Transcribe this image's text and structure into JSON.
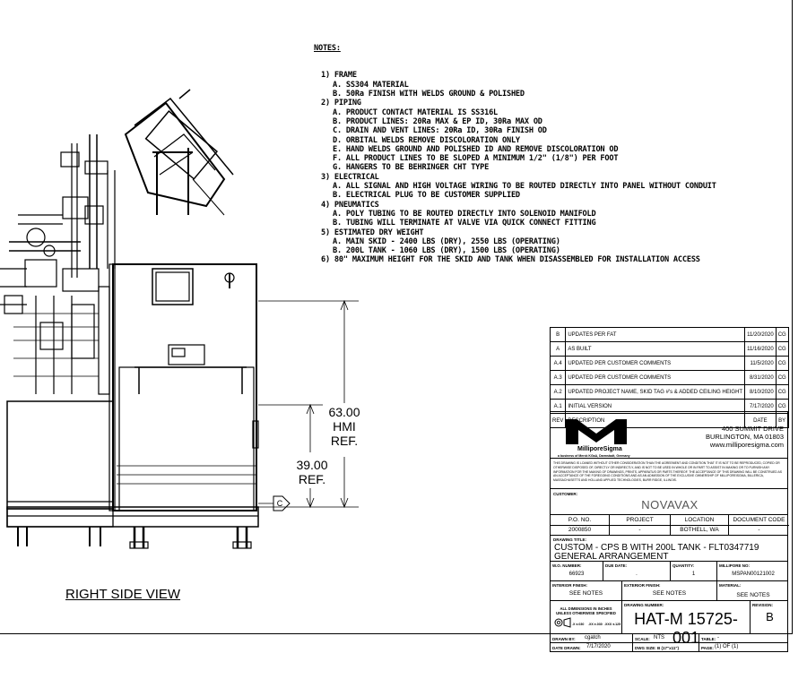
{
  "notes": {
    "title": "NOTES:",
    "lines": [
      {
        "indent": 1,
        "text": "1) FRAME"
      },
      {
        "indent": 2,
        "text": "A. SS304 MATERIAL"
      },
      {
        "indent": 2,
        "text": "B. 50Ra FINISH WITH WELDS GROUND & POLISHED"
      },
      {
        "indent": 1,
        "text": "2) PIPING"
      },
      {
        "indent": 2,
        "text": "A. PRODUCT CONTACT MATERIAL IS SS316L"
      },
      {
        "indent": 2,
        "text": "B. PRODUCT LINES: 20Ra MAX & EP ID, 30Ra MAX OD"
      },
      {
        "indent": 2,
        "text": "C. DRAIN AND VENT LINES: 20Ra ID, 30Ra FINISH OD"
      },
      {
        "indent": 2,
        "text": "D. ORBITAL WELDS REMOVE DISCOLORATION ONLY"
      },
      {
        "indent": 2,
        "text": "E. HAND WELDS GROUND AND POLISHED ID AND REMOVE DISCOLORATION OD"
      },
      {
        "indent": 2,
        "text": "F. ALL PRODUCT LINES TO BE SLOPED A MINIMUM 1/2\" (1/8\") PER FOOT"
      },
      {
        "indent": 2,
        "text": "G. HANGERS TO BE BEHRINGER CHT TYPE"
      },
      {
        "indent": 1,
        "text": "3) ELECTRICAL"
      },
      {
        "indent": 2,
        "text": "A. ALL SIGNAL AND HIGH VOLTAGE WIRING TO BE ROUTED DIRECTLY INTO PANEL WITHOUT CONDUIT"
      },
      {
        "indent": 2,
        "text": "B. ELECTRICAL PLUG TO BE CUSTOMER SUPPLIED"
      },
      {
        "indent": 1,
        "text": "4) PNEUMATICS"
      },
      {
        "indent": 2,
        "text": "A. POLY TUBING TO BE ROUTED DIRECTLY INTO SOLENOID MANIFOLD"
      },
      {
        "indent": 2,
        "text": "B. TUBING WILL TERMINATE AT VALVE VIA QUICK CONNECT FITTING"
      },
      {
        "indent": 1,
        "text": "5) ESTIMATED DRY WEIGHT"
      },
      {
        "indent": 2,
        "text": "A. MAIN SKID - 2400 LBS (DRY), 2550 LBS (OPERATING)"
      },
      {
        "indent": 2,
        "text": "B. 200L TANK - 1060 LBS (DRY), 1500 LBS (OPERATING)"
      },
      {
        "indent": 1,
        "text": "6) 80\" MAXIMUM HEIGHT FOR THE SKID AND TANK WHEN DISASSEMBLED FOR INSTALLATION ACCESS"
      }
    ]
  },
  "view_label": "RIGHT SIDE VIEW",
  "dimensions": {
    "hmi": {
      "value": "63.00",
      "l2": "HMI",
      "l3": "REF."
    },
    "ref": {
      "value": "39.00",
      "l2": "REF."
    },
    "callout": "C"
  },
  "revisions": [
    {
      "rev": "B",
      "description": "UPDATES PER FAT",
      "date": "11/20/2020",
      "by": "CG"
    },
    {
      "rev": "A",
      "description": "AS BUILT",
      "date": "11/16/2020",
      "by": "CG"
    },
    {
      "rev": "A.4",
      "description": "UPDATED PER CUSTOMER COMMENTS",
      "date": "11/5/2020",
      "by": "CG"
    },
    {
      "rev": "A.3",
      "description": "UPDATED PER CUSTOMER COMMENTS",
      "date": "8/31/2020",
      "by": "CG"
    },
    {
      "rev": "A.2",
      "description": "UPDATED PROJECT NAME, SKID TAG #'s & ADDED CEILING HEIGHT",
      "date": "8/10/2020",
      "by": "CG"
    },
    {
      "rev": "A.1",
      "description": "INITIAL VERSION",
      "date": "7/17/2020",
      "by": "CG"
    }
  ],
  "rev_header": {
    "rev": "REV",
    "description": "DESCRIPTION",
    "date": "DATE",
    "by": "BY"
  },
  "company": {
    "name": "MilliporeSigma",
    "subline": "a business of Merck KGaA, Darmstadt, Germany",
    "address1": "400 SUMMIT DRIVE",
    "address2": "BURLINGTON, MA 01803",
    "website": "www.milliporesigma.com",
    "brand_color": "#000000"
  },
  "disclaimer": "THIS DRAWING IS LOANED WITHOUT OTHER CONSIDERATION THAN THE AGREEMENT AND CONDITION THAT IT IS NOT TO BE REPRODUCED, COPIED OR OTHERWISE DISPOSED OF, DIRECTLY OR INDIRECTLY, AND IS NOT TO BE USED IN WHOLE OR IN PART TO ASSIST IN MAKING OR TO FURNISH ANY INFORMATION FOR THE MAKING OF DRAWINGS, PRINTS, APPARATUS OR PARTS THEREOF. THE ACCEPTANCE OF THIS DRAWING WILL BE CONSTRUED AS AN ACCEPTANCE OF THE FOREGOING CONDITIONS AND AS AN ADMISSION OF THE EXCLUSIVE OWNERSHIP OF MILLIPOREISGMA, BILLERICA, MASSACHUSETTS AND HOLLAND APPLIED TECHNOLOGIES, BURR RIDGE, ILLINOIS.",
  "customer": {
    "label": "CUSTOMER:",
    "value": "NOVAVAX"
  },
  "po_row": {
    "headers": [
      "P.O. NO.",
      "PROJECT",
      "LOCATION",
      "DOCUMENT CODE"
    ],
    "values": [
      "2000850",
      "-",
      "BOTHELL, WA",
      "-"
    ]
  },
  "drawing_title": {
    "label": "DRAWING TITLE:",
    "line1": "CUSTOM - CPS B WITH 200L TANK - FLT0347719",
    "line2": "GENERAL ARRANGEMENT"
  },
  "wo_row": {
    "wo_label": "W.O. NUMBER:",
    "wo_value": "66923",
    "due_label": "DUE DATE:",
    "due_value": ".",
    "qty_label": "QUANTITY:",
    "qty_value": "1",
    "mp_label": "MILLIPORE NO:",
    "mp_value": "MSPAN00121002"
  },
  "finish_row": {
    "int_label": "INTERIOR FINISH:",
    "int_value": "SEE NOTES",
    "ext_label": "EXTERIOR FINISH:",
    "ext_value": "SEE NOTES",
    "mat_label": "MATERIAL:",
    "mat_value": "SEE NOTES"
  },
  "tolerance": {
    "line1": "ALL DIMENSIONS IN INCHES",
    "line2": "UNLESS OTHERWISE SPECIFIED",
    "t1": ".X  ±.030",
    "t2": ".XX  ±.030",
    "t3": ".XXX  ±.125"
  },
  "drawing_number": {
    "label": "DRAWING NUMBER:",
    "value": "HAT-M 15725-001"
  },
  "revision": {
    "label": "REVISION:",
    "value": "B"
  },
  "bottom": {
    "drawn_label": "DRAWN BY:",
    "drawn_value": "cgatch",
    "scale_label": "SCALE:",
    "scale_value": "NTS",
    "table_label": "TABLE:",
    "table_value": "-",
    "date_label": "DATE DRAWN:",
    "date_value": "7/17/2020",
    "size_label": "DWG SIZE: B (17\"x11\")",
    "page_label": "PAGE:",
    "page_value": "(1) OF (1)"
  }
}
